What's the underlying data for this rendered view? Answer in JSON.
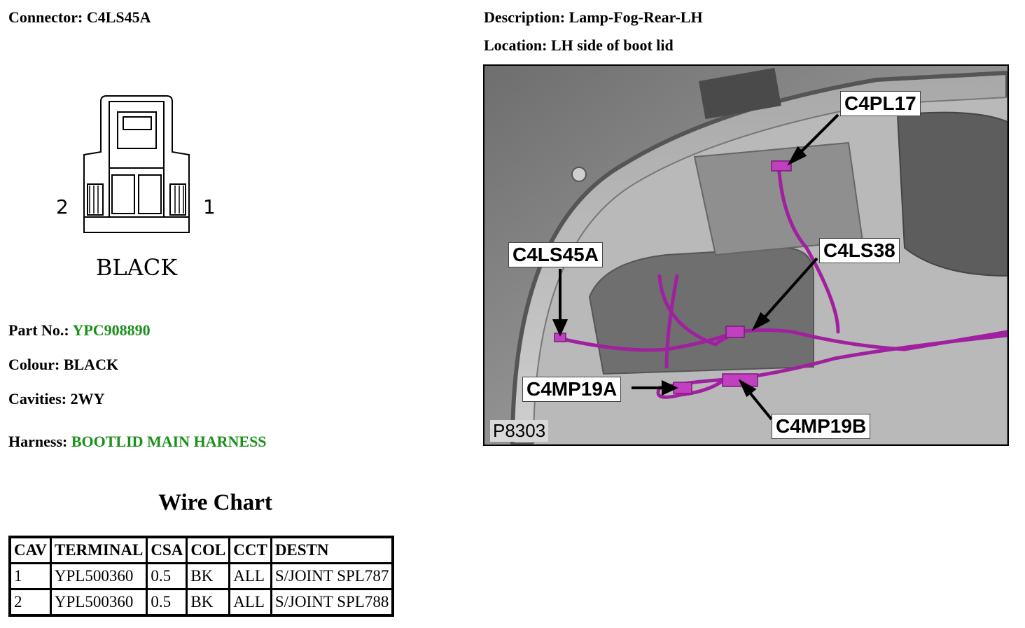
{
  "header": {
    "connector_label": "Connector:",
    "connector_value": "C4LS45A",
    "description_label": "Description:",
    "description_value": "Lamp-Fog-Rear-LH",
    "location_label": "Location:",
    "location_value": "LH side of boot lid"
  },
  "connector_diagram": {
    "pin_left": "2",
    "pin_right": "1",
    "colour_caption": "BLACK"
  },
  "details": {
    "part_no_label": "Part No.:",
    "part_no_value": "YPC908890",
    "colour_label": "Colour:",
    "colour_value": "BLACK",
    "cavities_label": "Cavities:",
    "cavities_value": "2WY",
    "harness_label": "Harness:",
    "harness_value": "BOOTLID MAIN HARNESS",
    "link_color": "#1a8f1a"
  },
  "wire_chart": {
    "title": "Wire Chart",
    "columns": [
      "CAV",
      "TERMINAL",
      "CSA",
      "COL",
      "CCT",
      "DESTN"
    ],
    "rows": [
      [
        "1",
        "YPL500360",
        "0.5",
        "BK",
        "ALL",
        "S/JOINT SPL787"
      ],
      [
        "2",
        "YPL500360",
        "0.5",
        "BK",
        "ALL",
        "S/JOINT SPL788"
      ]
    ]
  },
  "photo": {
    "labels": [
      "C4PL17",
      "C4LS45A",
      "C4LS38",
      "C4MP19A",
      "C4MP19B"
    ],
    "reference": "P8303",
    "harness_color": "#a020a0"
  }
}
